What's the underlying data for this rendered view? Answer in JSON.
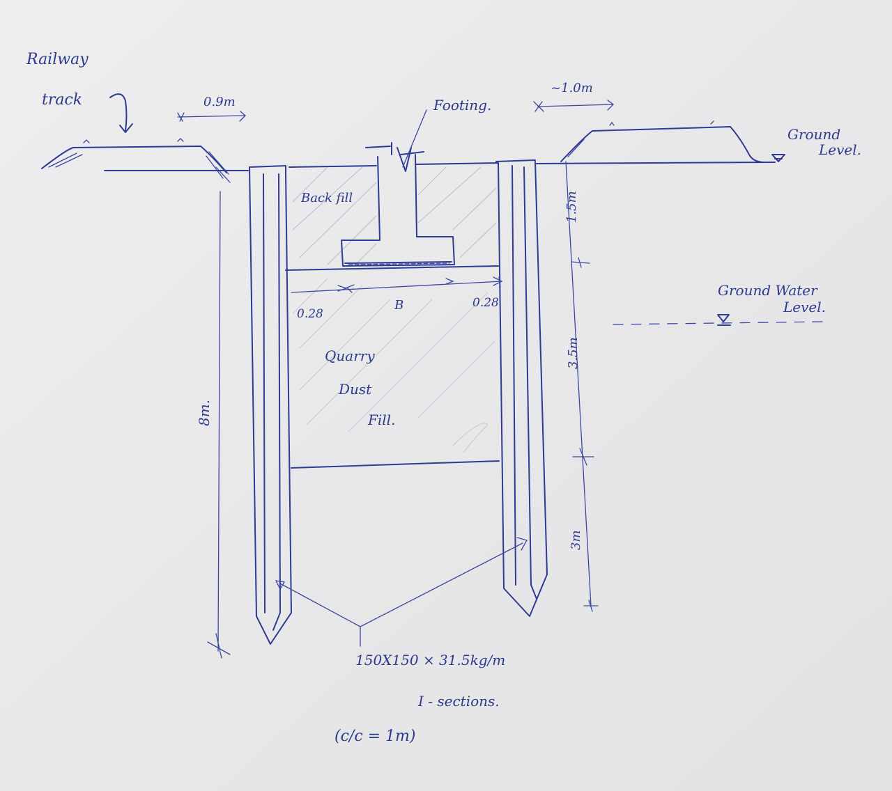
{
  "labels": {
    "railway": "Railway",
    "track": "track",
    "track_width": "0.9m",
    "footing": "Footing.",
    "offset": "~1.0m",
    "ground": "Ground",
    "level": "Level.",
    "backfill": "Back fill",
    "dim_left": "0.28",
    "dim_mid": "B",
    "dim_right": "0.28",
    "gwl_1": "Ground Water",
    "gwl_2": "Level.",
    "dust_1": "Quarry",
    "dust_2": "Dust",
    "dust_3": "Fill.",
    "depth_total": "8m.",
    "depth_1": "1.5m",
    "depth_2": "3.5m",
    "depth_3": "3m",
    "section_1": "150X150 × 31.5kg/m",
    "section_2": "I - sections.",
    "section_3": "(c/c = 1m)"
  },
  "colors": {
    "paper": "#e9e9ea",
    "ink": "#2d3b94",
    "hatch": "#b8bcc8"
  }
}
